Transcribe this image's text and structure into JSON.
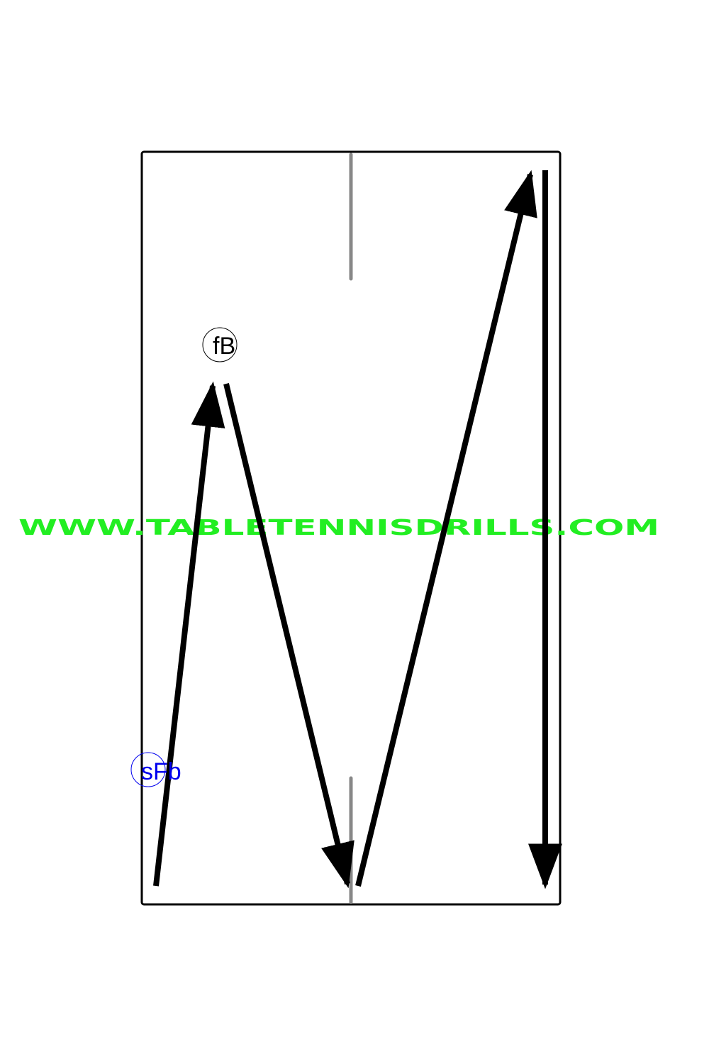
{
  "colors": {
    "background": "#ffffff",
    "table_border": "#000000",
    "center_line": "#888888",
    "arrow": "#000000",
    "label_black": "#000000",
    "label_blue": "#0000ee",
    "watermark": "#22ee22"
  },
  "labels": {
    "forehand_block": "fB",
    "serve_forehand_backspin": "sFb"
  },
  "watermark": {
    "text": "WWW.TABLETENNISDRILLS.COM"
  }
}
